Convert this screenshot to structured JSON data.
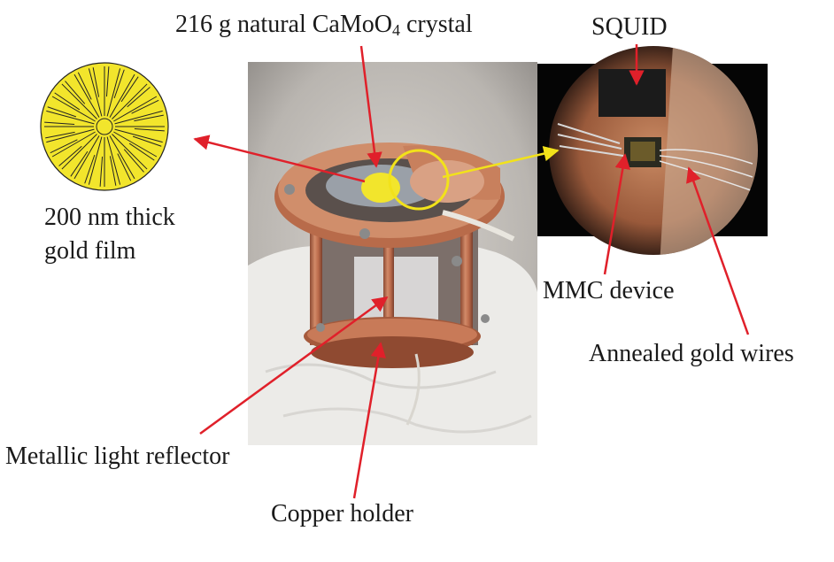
{
  "labels": {
    "crystal_pre": "216 g natural CaMoO",
    "crystal_sub": "4",
    "crystal_post": " crystal",
    "squid": "SQUID",
    "gold_film_line1": "200 nm thick",
    "gold_film_line2": "gold film",
    "mmc_device": "MMC device",
    "annealed_wires": "Annealed gold wires",
    "reflector": "Metallic light reflector",
    "copper_holder": "Copper holder"
  },
  "colors": {
    "arrow_red": "#e0202a",
    "arrow_yellow": "#f2e21a",
    "gold_film": "#f2e52c",
    "copper": "#b8684a"
  },
  "icons": {
    "gold_film_pattern": "sunburst-meander-icon"
  }
}
